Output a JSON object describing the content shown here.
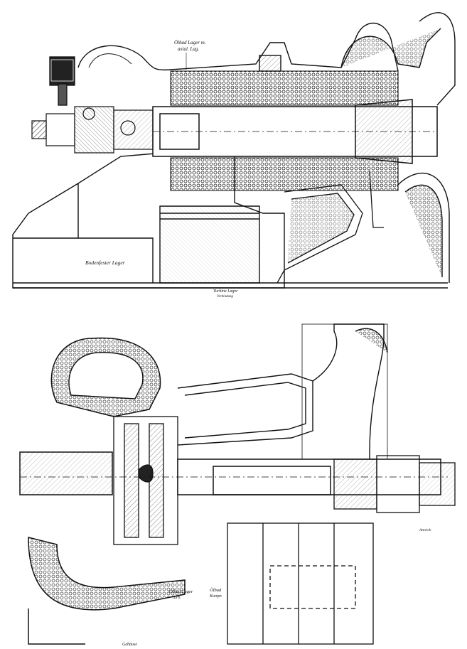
{
  "labels": {
    "top_bearing_note_line1": "Ölbad Lager m.",
    "top_bearing_note_line2": "axial. Lag.",
    "top_casing_label": "Bodenfester Lager",
    "top_caption_line1": "Turbine Lager",
    "top_caption_line2": "Verbindung",
    "bottom_bearing_note_a_line1": "Ölbad Lager",
    "bottom_bearing_note_a_line2": "Turb.",
    "bottom_bearing_note_b_line1": "Ölbad",
    "bottom_bearing_note_b_line2": "Kompr.",
    "bottom_right_note": "Antrieb",
    "bottom_scale_note": "Gehäuse"
  },
  "colors": {
    "ink": "#111111",
    "hatch": "#333333",
    "paper": "#ffffff"
  }
}
